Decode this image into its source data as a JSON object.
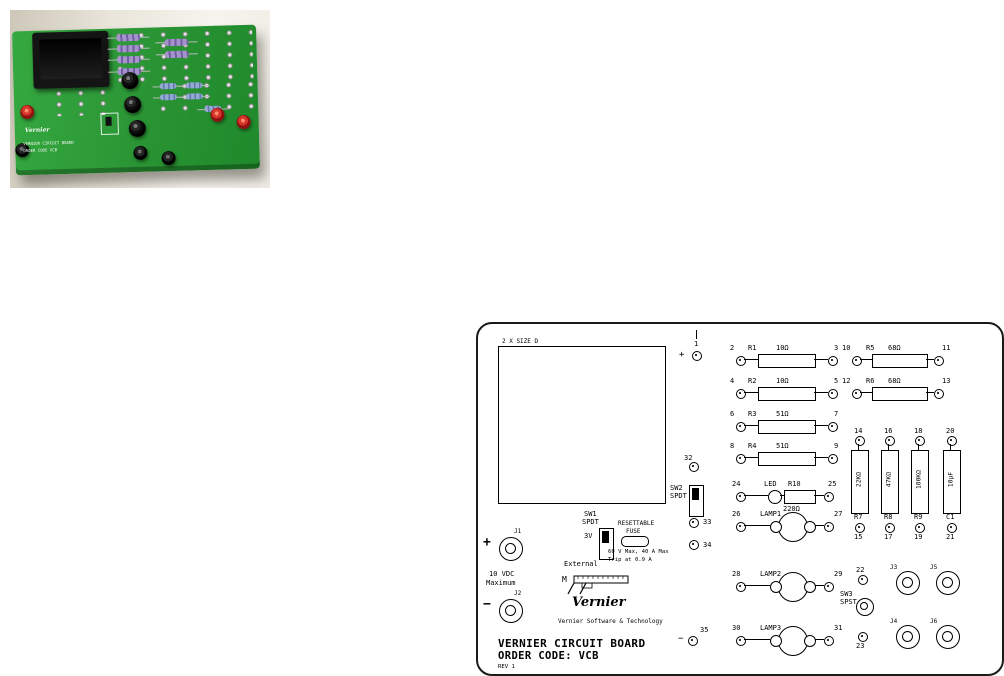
{
  "photo": {
    "silkscreen": {
      "brand": "Vernier",
      "line1": "VERNIER CIRCUIT BOARD",
      "line2": "ORDER CODE VCB"
    },
    "colors": {
      "board_green": "#2e9c38",
      "jack_red": "#c0251f",
      "jack_black": "#1b1b1b",
      "resistor_purple": "#a593c9",
      "resistor_blue": "#94a9d1"
    }
  },
  "diagram": {
    "battery": {
      "label": "2 X SIZE D"
    },
    "pos_bus": {
      "sign": "+",
      "terminal": "1"
    },
    "neg_bus": {
      "sign": "−",
      "terminal": "35"
    },
    "resistors_left": [
      {
        "ref": "R1",
        "value": "10Ω",
        "t1": "2",
        "t2": "3"
      },
      {
        "ref": "R2",
        "value": "10Ω",
        "t1": "4",
        "t2": "5"
      },
      {
        "ref": "R3",
        "value": "51Ω",
        "t1": "6",
        "t2": "7"
      },
      {
        "ref": "R4",
        "value": "51Ω",
        "t1": "8",
        "t2": "9"
      }
    ],
    "resistors_right": [
      {
        "ref": "R5",
        "value": "68Ω",
        "t1": "10",
        "t2": "11"
      },
      {
        "ref": "R6",
        "value": "68Ω",
        "t1": "12",
        "t2": "13"
      }
    ],
    "vertical_components": [
      {
        "ref": "R7",
        "value": "22KΩ",
        "t_top": "14",
        "t_bot": "15"
      },
      {
        "ref": "R8",
        "value": "47KΩ",
        "t_top": "16",
        "t_bot": "17"
      },
      {
        "ref": "R9",
        "value": "100KΩ",
        "t_top": "18",
        "t_bot": "19"
      },
      {
        "ref": "C1",
        "value": "10μF",
        "t_top": "20",
        "t_bot": "21"
      }
    ],
    "led_branch": {
      "t1": "24",
      "led": "LED",
      "res_ref": "R10",
      "res_value": "220Ω",
      "t2": "25"
    },
    "lamps": [
      {
        "label": "LAMP1",
        "t1": "26",
        "t2": "27"
      },
      {
        "label": "LAMP2",
        "t1": "28",
        "t2": "29"
      },
      {
        "label": "LAMP3",
        "t1": "30",
        "t2": "31"
      }
    ],
    "sw1": {
      "name": "SW1",
      "type": "SPDT",
      "pos_up": "3V",
      "pos_down": "External"
    },
    "sw2": {
      "name": "SW2",
      "type": "SPDT",
      "t_top": "32",
      "t_mid": "33",
      "t_bot": "34"
    },
    "sw3": {
      "name": "SW3",
      "type": "SPST",
      "t_top": "22",
      "t_bot": "23"
    },
    "fuse": {
      "line1": "RESETTABLE",
      "line2": "FUSE",
      "spec1": "60 V Max, 40 A Max",
      "spec2": "Trip at 0.9 A"
    },
    "power_input": {
      "plus": "+",
      "j1": "J1",
      "rating1": "10 VDC",
      "rating2": "Maximum",
      "minus": "−",
      "j2": "J2"
    },
    "jacks": {
      "j3": "J3",
      "j4": "J4",
      "j5": "J5",
      "j6": "J6"
    },
    "logo": {
      "mark": "M",
      "word": "Vernier",
      "tagline": "Vernier Software & Technology"
    },
    "footer": {
      "line1": "VERNIER CIRCUIT BOARD",
      "line2": "ORDER CODE: VCB",
      "rev": "REV 1"
    }
  }
}
